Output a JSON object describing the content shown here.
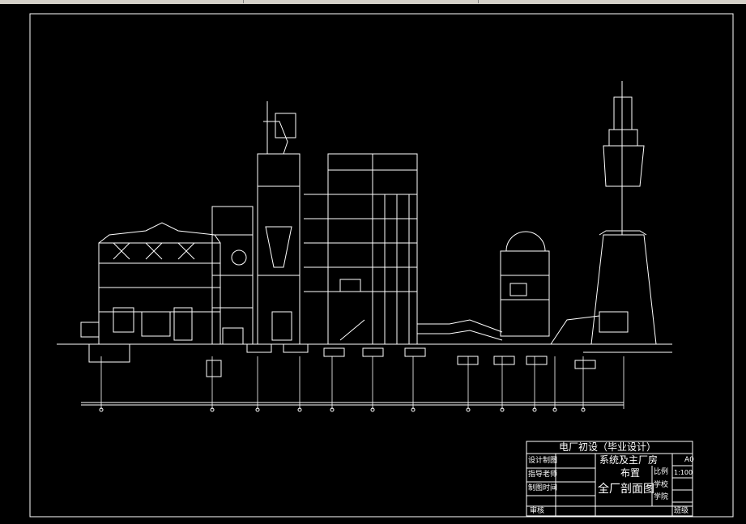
{
  "colors": {
    "background": "#000000",
    "line": "#ffffff",
    "toolbar": "#d4d0c8"
  },
  "title_block": {
    "project": "电厂初设（毕业设计）",
    "sheet_size": "A0",
    "row_labels": [
      "设计制图",
      "指导老师",
      "制图时间",
      "审核"
    ],
    "drawing_subject_line1": "系统及主厂房",
    "drawing_subject_line2": "布置",
    "drawing_title": "全厂剖面图",
    "scale_label": "比例",
    "scale_value": "1:100",
    "school_label": "学校",
    "department_label": "学院",
    "class_label": "班级"
  }
}
